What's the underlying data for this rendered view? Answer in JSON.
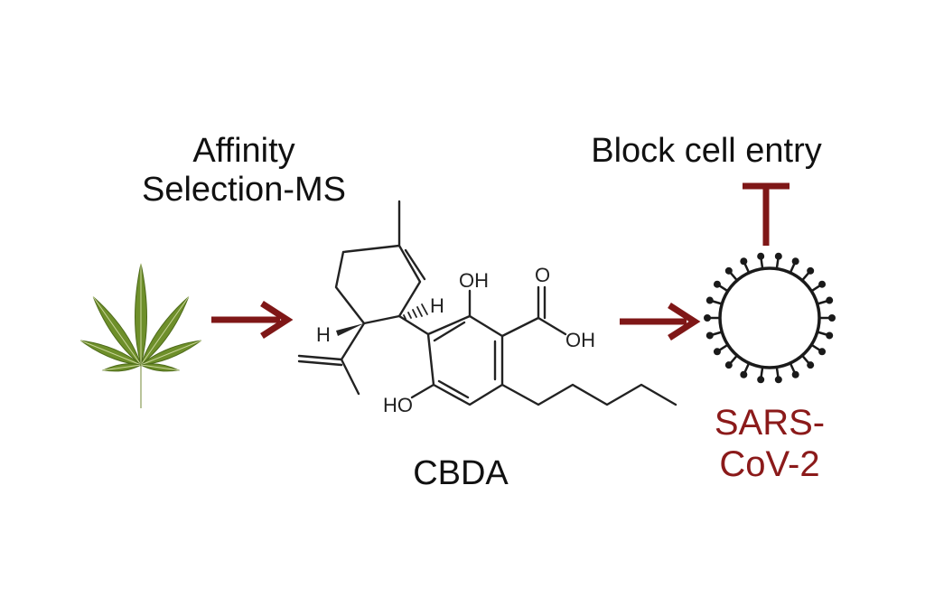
{
  "steps": {
    "affinity": {
      "line1": "Affinity",
      "line2": "Selection-MS"
    },
    "molecule": {
      "name": "CBDA",
      "atoms": {
        "oh_top": "OH",
        "carbonyl_o": "O",
        "acid_oh": "OH",
        "phenol_oh": "HO",
        "h_left": "H",
        "h_right": "H"
      }
    },
    "action": {
      "label": "Block cell entry"
    },
    "virus": {
      "line1": "SARS-",
      "line2": "CoV-2"
    }
  },
  "icons": {
    "plant": "cannabis-leaf-icon",
    "arrows": "right-arrow-icon",
    "inhibition": "t-bar-inhibition-icon",
    "virus": "coronavirus-particle-icon"
  },
  "colors": {
    "arrow": "#7f1717",
    "virus_label": "#8b1a1a",
    "leaf": "#6e8f2a",
    "text": "#111111"
  }
}
